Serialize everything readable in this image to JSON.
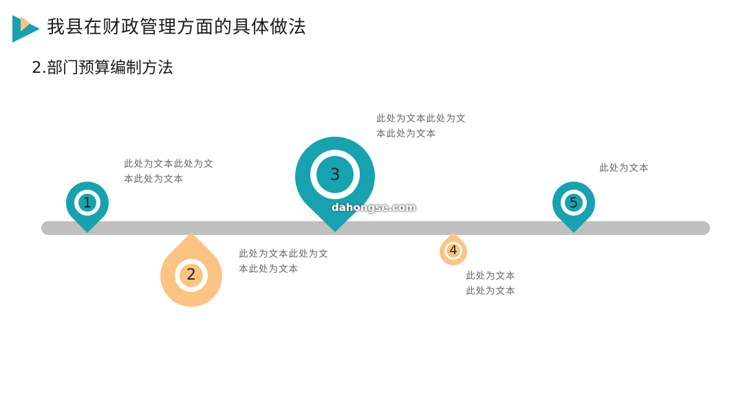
{
  "header": {
    "title": "我县在财政管理方面的具体做法",
    "subtitle": "2.部门预算编制方法"
  },
  "colors": {
    "teal": "#17a2b0",
    "orange": "#fcc484",
    "bar": "#bfbfbf",
    "text": "#666666"
  },
  "markers": [
    {
      "number": "1",
      "color": "teal",
      "text_lines": [
        "此处为文本此处为文",
        "本此处为文本"
      ]
    },
    {
      "number": "2",
      "color": "orange",
      "text_lines": [
        "此处为文本此处为文",
        "本此处为文本"
      ]
    },
    {
      "number": "3",
      "color": "teal",
      "text_lines": [
        "此处为文本此处为文",
        "本此处为文本"
      ]
    },
    {
      "number": "4",
      "color": "orange",
      "text_lines": [
        "此处为文本",
        "此处为文本"
      ]
    },
    {
      "number": "5",
      "color": "teal",
      "text_lines": [
        "此处为文本"
      ]
    }
  ],
  "watermark": "dahongse.com"
}
